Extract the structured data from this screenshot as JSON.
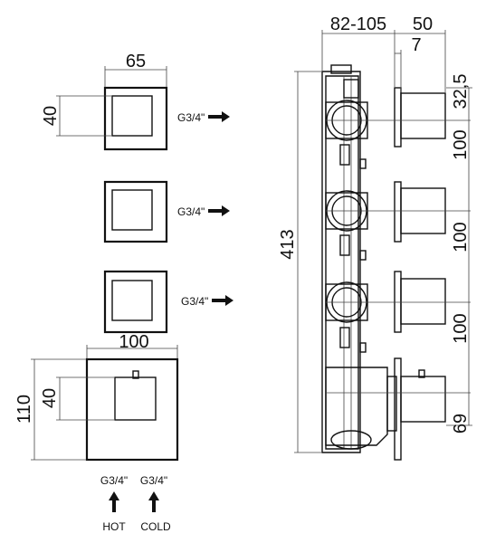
{
  "front_views": {
    "width_label": "65",
    "height_label": "40",
    "connection_labels": [
      "G3/4\"",
      "G3/4\"",
      "G3/4\""
    ]
  },
  "main_plate": {
    "width_label": "100",
    "height_label": "110",
    "knob_label": "40"
  },
  "inlets": {
    "hot_size": "G3/4\"",
    "cold_size": "G3/4\"",
    "hot_label": "HOT",
    "cold_label": "COLD"
  },
  "side_view": {
    "depth_label": "82-105",
    "handle_label": "50",
    "plate_label": "7",
    "total_height_label": "413",
    "right_labels": [
      "32,5",
      "100",
      "100",
      "100",
      "69"
    ]
  }
}
